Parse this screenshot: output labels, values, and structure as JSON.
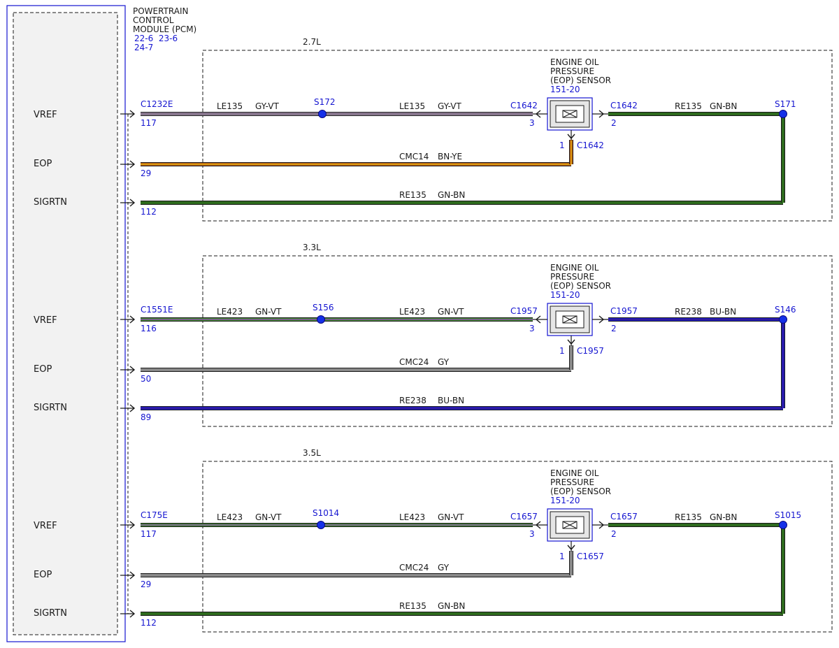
{
  "module": {
    "title_lines": [
      "POWERTRAIN",
      "CONTROL",
      "MODULE (PCM)"
    ],
    "refs": [
      "22-6  23-6",
      "24-7"
    ]
  },
  "colors": {
    "GY-VT": [
      "#a08fa6",
      "#6f5d74"
    ],
    "GN-VT": [
      "#3e8b2c",
      "#8a55a8"
    ],
    "GN-BN": [
      "#2e6b1e",
      "#2e6b1e"
    ],
    "BN-YE": [
      "#b85a14",
      "#e0b010"
    ],
    "GY": [
      "#8a8a8a",
      "#8a8a8a"
    ],
    "BU-BN": [
      "#1c1cc4",
      "#3a1a90"
    ],
    "connector_blue": "#1515d0",
    "splice_blue": "#1530e8"
  },
  "sections": [
    {
      "engine": "2.7L",
      "sensor": {
        "lines": [
          "ENGINE OIL",
          "PRESSURE",
          "(EOP) SENSOR"
        ],
        "ref": "151-20"
      },
      "circuits": [
        {
          "pin_label": "VREF",
          "connector": "C1232E",
          "pin": "117",
          "wire1": {
            "circuit": "LE135",
            "color": "GY-VT"
          },
          "splice": "S172",
          "wire2": {
            "circuit": "LE135",
            "color": "GY-VT"
          },
          "sensor_connector": "C1642",
          "sensor_pin": "3"
        },
        {
          "pin_label": "EOP",
          "pin": "29",
          "wire": {
            "circuit": "CMC14",
            "color": "BN-YE"
          },
          "sensor_connector": "C1642",
          "sensor_pin": "1"
        },
        {
          "pin_label": "SIGRTN",
          "pin": "112",
          "wire": {
            "circuit": "RE135",
            "color": "GN-BN"
          },
          "sensor_connector": "C1642",
          "sensor_pin": "2",
          "splice": "S171",
          "wire_right": {
            "circuit": "RE135",
            "color": "GN-BN"
          }
        }
      ]
    },
    {
      "engine": "3.3L",
      "sensor": {
        "lines": [
          "ENGINE OIL",
          "PRESSURE",
          "(EOP) SENSOR"
        ],
        "ref": "151-20"
      },
      "circuits": [
        {
          "pin_label": "VREF",
          "connector": "C1551E",
          "pin": "116",
          "wire1": {
            "circuit": "LE423",
            "color": "GN-VT"
          },
          "splice": "S156",
          "wire2": {
            "circuit": "LE423",
            "color": "GN-VT"
          },
          "sensor_connector": "C1957",
          "sensor_pin": "3"
        },
        {
          "pin_label": "EOP",
          "pin": "50",
          "wire": {
            "circuit": "CMC24",
            "color": "GY"
          },
          "sensor_connector": "C1957",
          "sensor_pin": "1"
        },
        {
          "pin_label": "SIGRTN",
          "pin": "89",
          "wire": {
            "circuit": "RE238",
            "color": "BU-BN"
          },
          "sensor_connector": "C1957",
          "sensor_pin": "2",
          "splice": "S146",
          "wire_right": {
            "circuit": "RE238",
            "color": "BU-BN"
          }
        }
      ]
    },
    {
      "engine": "3.5L",
      "sensor": {
        "lines": [
          "ENGINE OIL",
          "PRESSURE",
          "(EOP) SENSOR"
        ],
        "ref": "151-20"
      },
      "circuits": [
        {
          "pin_label": "VREF",
          "connector": "C175E",
          "pin": "117",
          "wire1": {
            "circuit": "LE423",
            "color": "GN-VT"
          },
          "splice": "S1014",
          "wire2": {
            "circuit": "LE423",
            "color": "GN-VT"
          },
          "sensor_connector": "C1657",
          "sensor_pin": "3"
        },
        {
          "pin_label": "EOP",
          "pin": "29",
          "wire": {
            "circuit": "CMC24",
            "color": "GY"
          },
          "sensor_connector": "C1657",
          "sensor_pin": "1"
        },
        {
          "pin_label": "SIGRTN",
          "pin": "112",
          "wire": {
            "circuit": "RE135",
            "color": "GN-BN"
          },
          "sensor_connector": "C1657",
          "sensor_pin": "2",
          "splice": "S1015",
          "wire_right": {
            "circuit": "RE135",
            "color": "GN-BN"
          }
        }
      ]
    }
  ]
}
